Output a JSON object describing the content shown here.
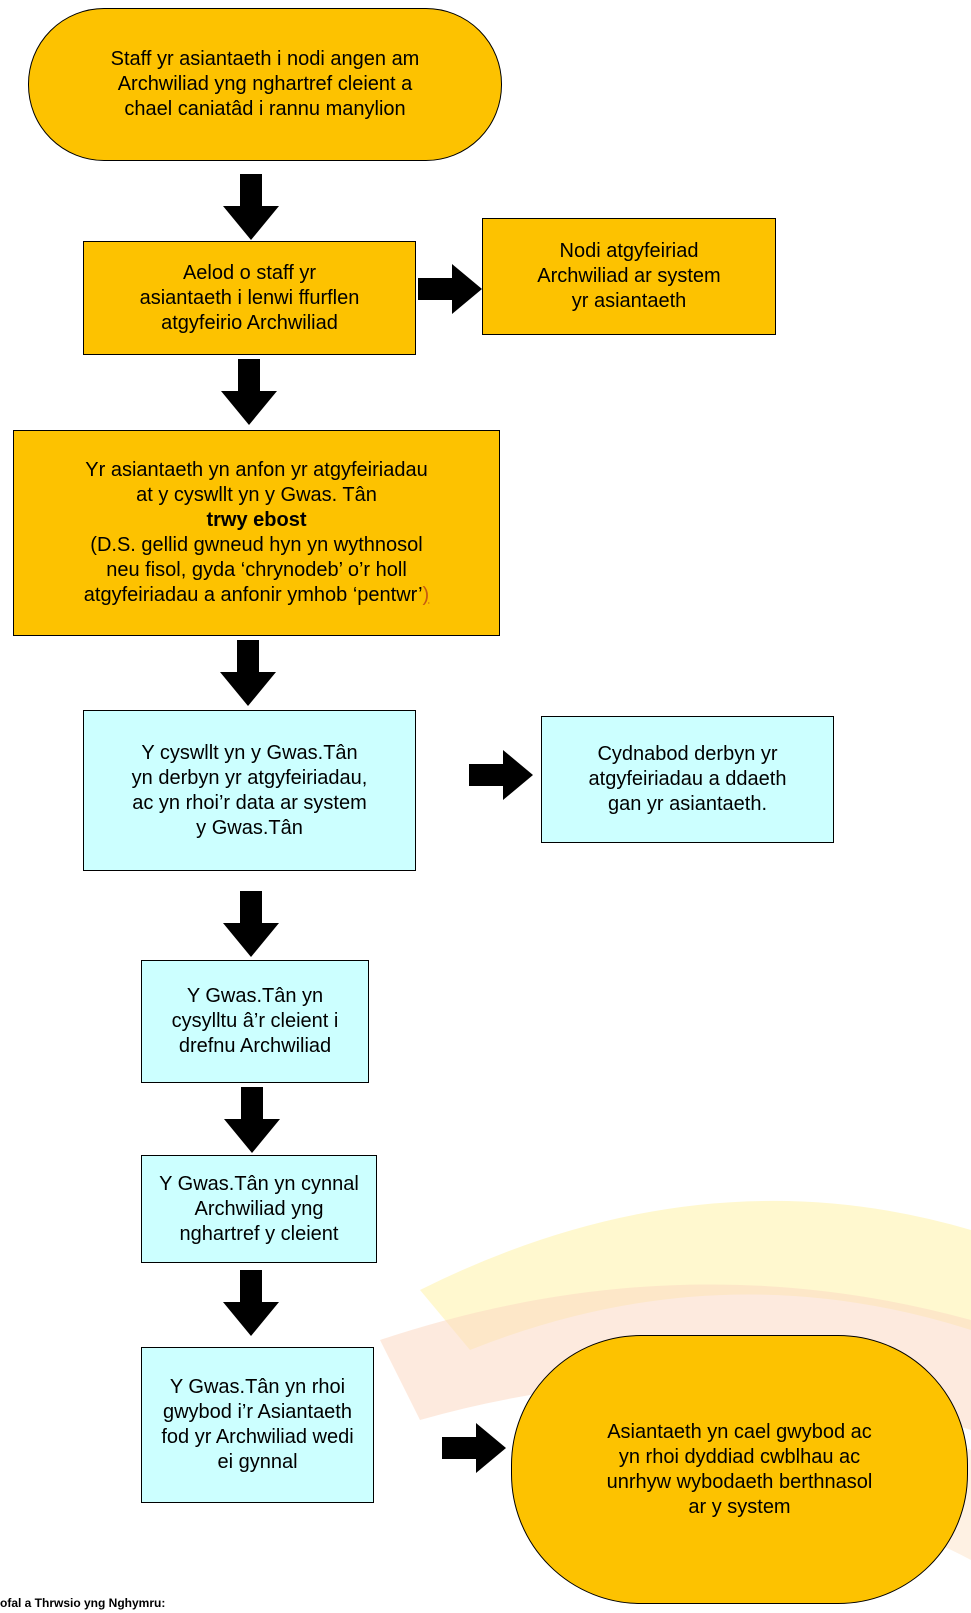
{
  "colors": {
    "process_orange": "#fdc200",
    "process_cyan": "#ccffff",
    "arrow": "#000000"
  },
  "nodes": {
    "start": {
      "lines": [
        "Staff yr asiantaeth i nodi angen am",
        "Archwiliad yng nghartref cleient a",
        "chael caniatâd i rannu manylion"
      ]
    },
    "fill_form": {
      "lines": [
        "Aelod o staff yr",
        "asiantaeth i lenwi ffurflen",
        "atgyfeirio Archwiliad"
      ]
    },
    "record": {
      "lines": [
        "Nodi atgyfeiriad",
        "Archwiliad ar system",
        "yr asiantaeth"
      ]
    },
    "send": {
      "line1": "Yr asiantaeth yn anfon yr atgyfeiriadau",
      "line2": "at y cyswllt yn y Gwas. Tân",
      "bold": "trwy ebost",
      "line4": "(D.S. gellid gwneud hyn yn wythnosol",
      "line5": "neu fisol, gyda ‘chrynodeb’ o’r holl",
      "line6_main": "atgyfeiriadau a anfonir ymhob ‘pentwr’",
      "line6_paren": ")"
    },
    "receive": {
      "lines": [
        "Y cyswllt yn y Gwas.Tân",
        "yn derbyn yr atgyfeiriadau,",
        "ac yn rhoi’r data ar system",
        "y Gwas.Tân"
      ]
    },
    "acknowledge": {
      "lines": [
        "Cydnabod derbyn yr",
        "atgyfeiriadau a ddaeth",
        "gan yr asiantaeth."
      ]
    },
    "contact": {
      "lines": [
        "Y Gwas.Tân yn",
        "cysylltu â’r cleient i",
        "drefnu Archwiliad"
      ]
    },
    "conduct": {
      "lines": [
        "Y Gwas.Tân yn cynnal",
        "Archwiliad yng",
        "nghartref y cleient"
      ]
    },
    "inform": {
      "lines": [
        "Y Gwas.Tân yn rhoi",
        "gwybod i’r Asiantaeth",
        "fod yr Archwiliad wedi",
        "ei gynnal"
      ]
    },
    "end": {
      "lines": [
        "Asiantaeth yn cael gwybod ac",
        "yn rhoi dyddiad cwblhau ac",
        "unrhyw wybodaeth berthnasol",
        "ar y system"
      ]
    }
  },
  "footer": {
    "text": "ofal a Thrwsio yng Nghymru:"
  }
}
